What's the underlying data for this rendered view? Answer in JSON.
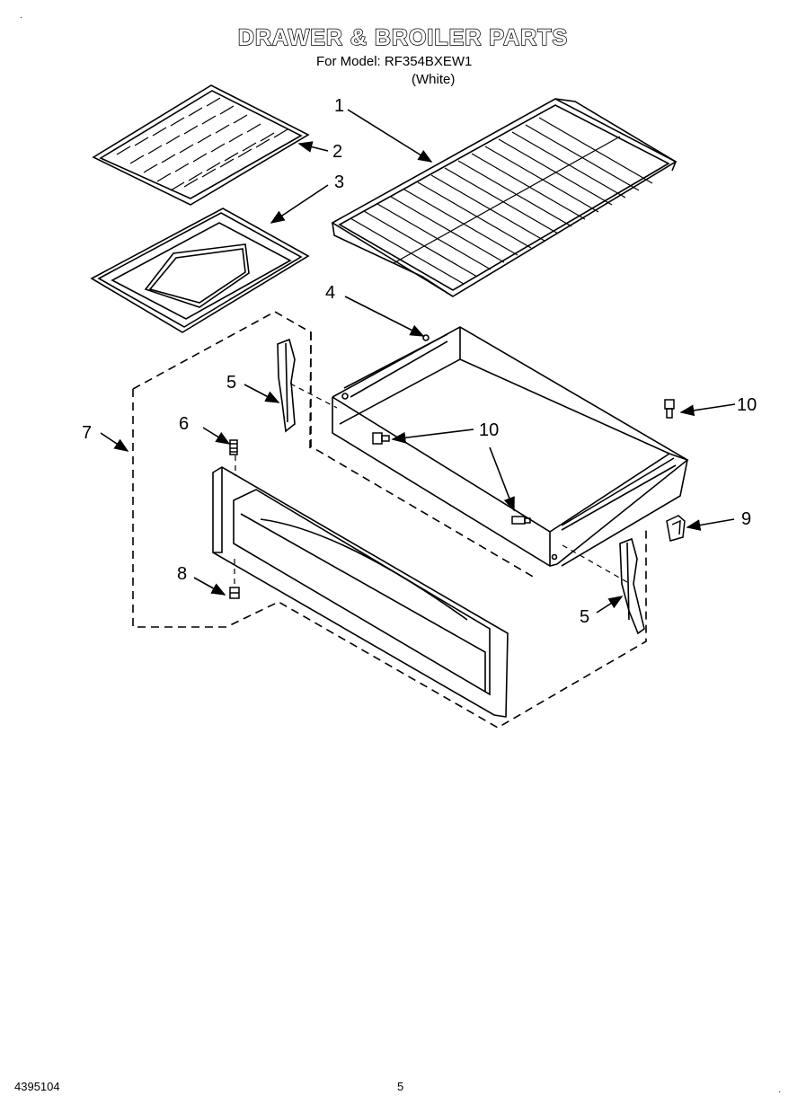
{
  "title": "DRAWER & BROILER PARTS",
  "subtitle": "For Model: RF354BXEW1",
  "variant": "(White)",
  "callouts": [
    {
      "id": "1",
      "label": "1"
    },
    {
      "id": "2",
      "label": "2"
    },
    {
      "id": "3",
      "label": "3"
    },
    {
      "id": "4",
      "label": "4"
    },
    {
      "id": "5a",
      "label": "5"
    },
    {
      "id": "5b",
      "label": "5"
    },
    {
      "id": "6",
      "label": "6"
    },
    {
      "id": "7",
      "label": "7"
    },
    {
      "id": "8",
      "label": "8"
    },
    {
      "id": "9",
      "label": "9"
    },
    {
      "id": "10a",
      "label": "10"
    },
    {
      "id": "10b",
      "label": "10"
    }
  ],
  "footer": {
    "doc_number": "4395104",
    "page": "5"
  }
}
